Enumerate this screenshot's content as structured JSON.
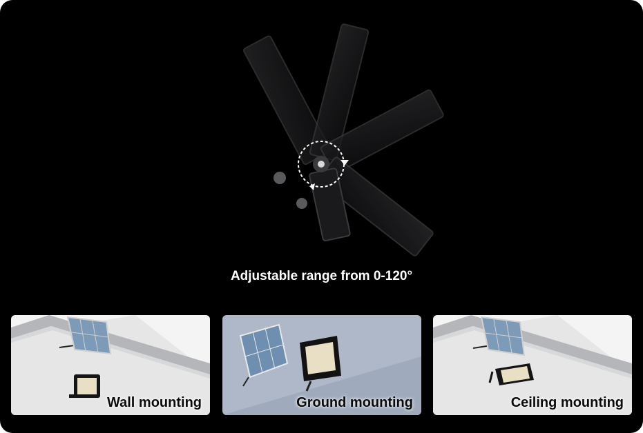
{
  "caption": "Adjustable range from 0-120°",
  "tiles": [
    {
      "label": "Wall mounting"
    },
    {
      "label": "Ground mounting"
    },
    {
      "label": "Ceiling mounting"
    }
  ],
  "colors": {
    "background": "#000000",
    "panel_dark": "#1c1c1e",
    "caption_text": "#ffffff",
    "tile_text": "#0b0b0b",
    "led_warm": "#e9dfc4",
    "solar_panel": "#6f8fb0"
  },
  "icons": [
    "rotation-arrow-icon"
  ]
}
